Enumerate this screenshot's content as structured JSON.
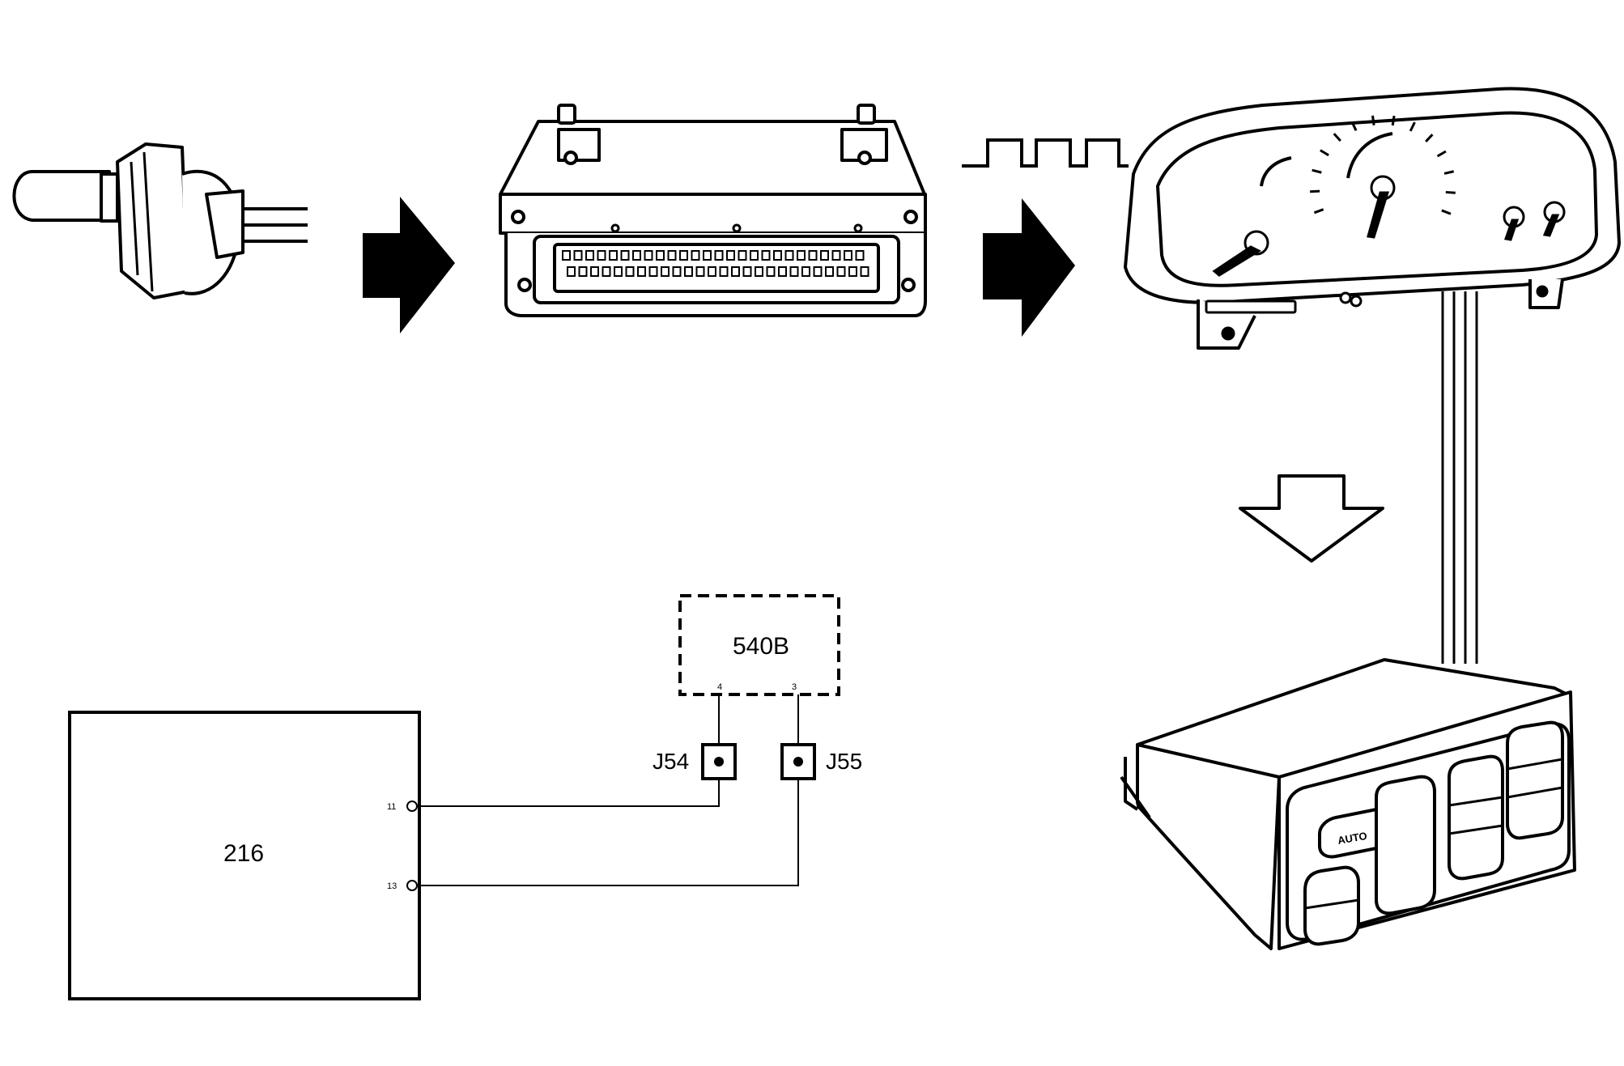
{
  "diagram": {
    "components": {
      "temp_sensor": {
        "icon": "temperature-sensor-icon"
      },
      "ecu": {
        "icon": "engine-control-module-icon"
      },
      "instrument_pack": {
        "icon": "instrument-cluster-icon"
      },
      "climate_panel": {
        "icon": "climate-control-panel-icon",
        "button_auto": "AUTO"
      }
    },
    "flow_arrows": [
      "right-arrow-icon",
      "right-arrow-icon",
      "down-outline-arrow-icon"
    ],
    "signal": {
      "icon": "square-wave-signal-icon"
    },
    "schematic": {
      "module_216": {
        "label": "216",
        "pins": [
          "11",
          "13"
        ]
      },
      "module_540B": {
        "label": "540B",
        "pins": [
          "4",
          "3"
        ]
      },
      "connectors": [
        "J54",
        "J55"
      ]
    }
  }
}
